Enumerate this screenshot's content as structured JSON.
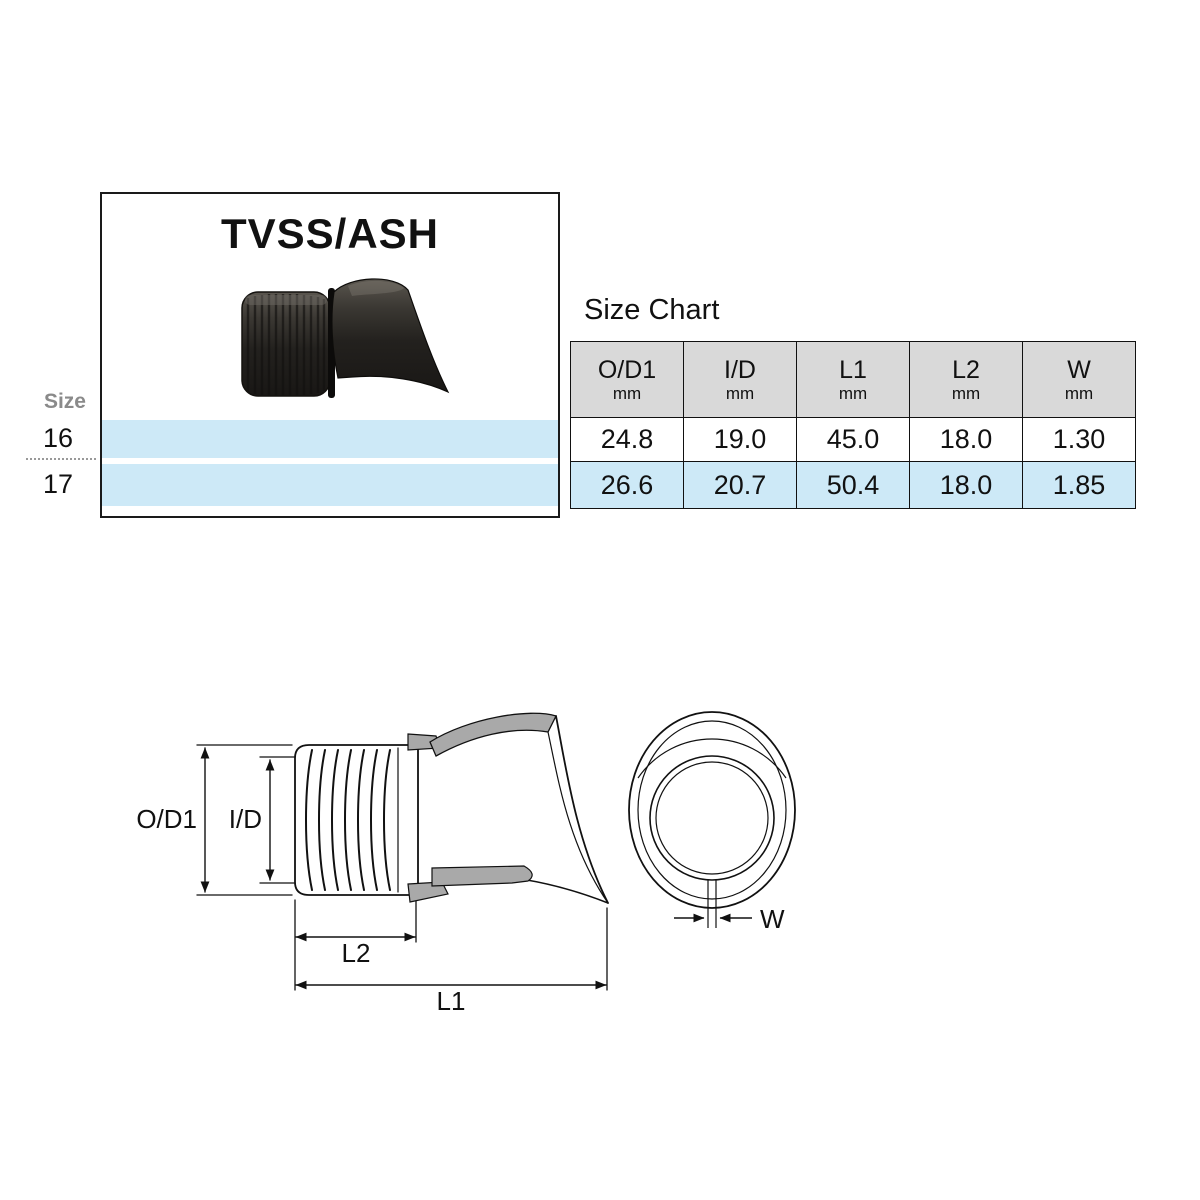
{
  "product_card": {
    "title": "TVSS/ASH"
  },
  "size_list": {
    "label": "Size",
    "sizes": [
      "16",
      "17"
    ]
  },
  "size_chart": {
    "heading": "Size Chart",
    "columns": [
      {
        "label": "O/D1",
        "unit": "mm"
      },
      {
        "label": "I/D",
        "unit": "mm"
      },
      {
        "label": "L1",
        "unit": "mm"
      },
      {
        "label": "L2",
        "unit": "mm"
      },
      {
        "label": "W",
        "unit": "mm"
      }
    ],
    "rows": [
      {
        "size": "16",
        "values": [
          "24.8",
          "19.0",
          "45.0",
          "18.0",
          "1.30"
        ]
      },
      {
        "size": "17",
        "values": [
          "26.6",
          "20.7",
          "50.4",
          "18.0",
          "1.85"
        ]
      }
    ]
  },
  "diagram": {
    "side_view_labels": {
      "od1": "O/D1",
      "id": "I/D",
      "l2": "L2",
      "l1": "L1"
    },
    "front_view_labels": {
      "w": "W"
    }
  },
  "colors": {
    "row_highlight_blue": "#cde9f7",
    "table_header_gray": "#d9d9d9",
    "size_label_gray": "#8a8a8a"
  }
}
